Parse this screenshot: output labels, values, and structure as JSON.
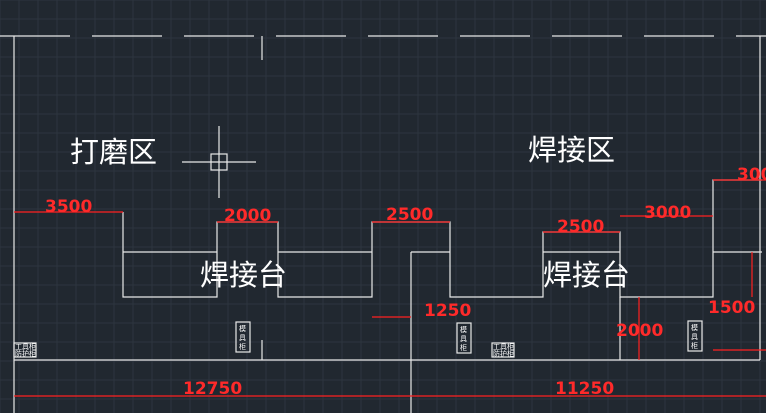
{
  "colors": {
    "background": "#212830",
    "grid": "#2d353f",
    "line": "#e8e8e8",
    "dimension": "#ff2020"
  },
  "zones": {
    "grinding": "打磨区",
    "welding": "焊接区"
  },
  "benches": {
    "left": "焊接台",
    "right": "焊接台"
  },
  "dimensions": {
    "d3500": "3500",
    "d2000_top": "2000",
    "d2500_a": "2500",
    "d2500_b": "2500",
    "d3000": "3000",
    "d300_partial": "300",
    "d1250": "1250",
    "d1500": "1500",
    "d2000_vert": "2000",
    "d12750": "12750",
    "d11250": "11250"
  },
  "small_labels": {
    "fixture_1": [
      "模",
      "具",
      "柜"
    ],
    "fixture_2": [
      "模",
      "具",
      "柜"
    ],
    "fixture_3": [
      "模",
      "具",
      "柜"
    ],
    "cabinet_left": [
      "工具柜",
      "防护柜"
    ],
    "cabinet_mid": [
      "工具柜",
      "防护柜"
    ]
  },
  "icons": {
    "cursor": "crosshair-cursor-icon"
  }
}
